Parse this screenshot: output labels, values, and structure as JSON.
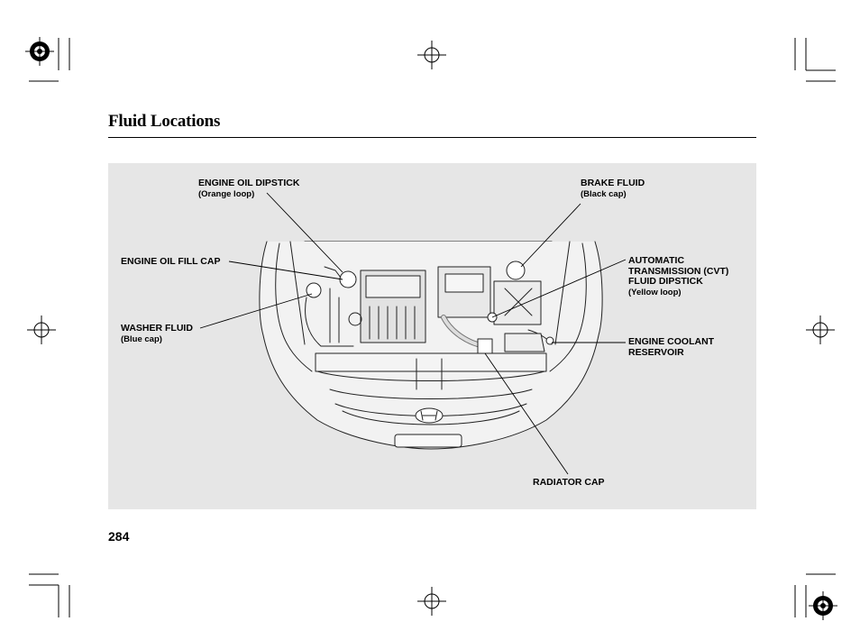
{
  "page": {
    "title": "Fluid Locations",
    "page_number": "284"
  },
  "diagram": {
    "labels": {
      "engine_oil_dipstick": "ENGINE OIL DIPSTICK",
      "engine_oil_dipstick_note": "(Orange loop)",
      "brake_fluid": "BRAKE FLUID",
      "brake_fluid_note": "(Black cap)",
      "engine_oil_fill_cap": "ENGINE OIL FILL CAP",
      "automatic_transmission_line1": "AUTOMATIC",
      "automatic_transmission_line2": "TRANSMISSION (CVT)",
      "automatic_transmission_line3": "FLUID DIPSTICK",
      "automatic_transmission_note": "(Yellow loop)",
      "washer_fluid": "WASHER FLUID",
      "washer_fluid_note": "(Blue cap)",
      "engine_coolant_line1": "ENGINE COOLANT",
      "engine_coolant_line2": "RESERVOIR",
      "radiator_cap": "RADIATOR CAP"
    }
  }
}
